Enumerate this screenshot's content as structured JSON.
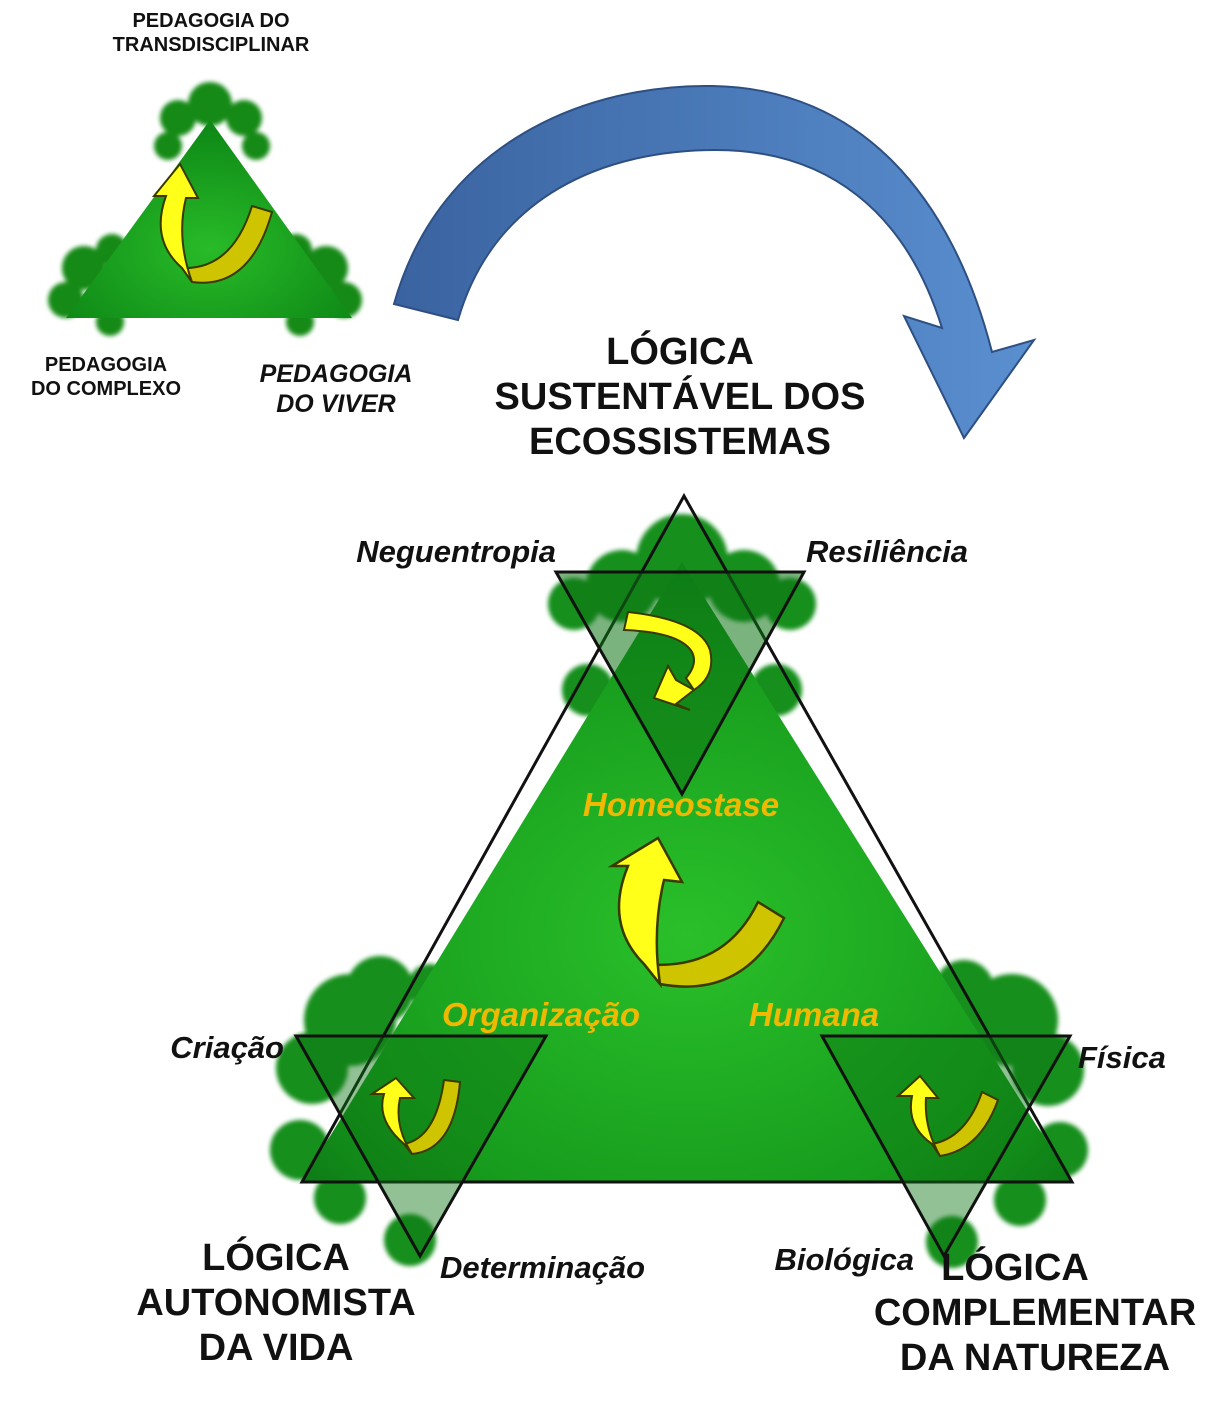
{
  "small_triangle": {
    "top_label": [
      "PEDAGOGIA DO",
      "TRANSDISCIPLINAR"
    ],
    "left_label": [
      "PEDAGOGIA",
      "DO COMPLEXO"
    ],
    "right_label": [
      "PEDAGOGIA",
      "DO VIVER"
    ]
  },
  "main_triangle": {
    "top_title": [
      "LÓGICA",
      "SUSTENTÁVEL DOS",
      "ECOSSISTEMAS"
    ],
    "left_title": [
      "LÓGICA",
      "AUTONOMISTA",
      "DA VIDA"
    ],
    "right_title": [
      "LÓGICA",
      "COMPLEMENTAR",
      "DA NATUREZA"
    ],
    "top_corners": {
      "left": "Neguentropia",
      "right": "Resiliência"
    },
    "left_corners": {
      "top": "Criação",
      "bottom": "Determinação"
    },
    "right_corners": {
      "top": "Física",
      "bottom": "Biológica"
    },
    "center_labels": {
      "top": "Homeostase",
      "left": "Organização",
      "right": "Humana"
    }
  },
  "colors": {
    "green_light": "#22b622",
    "green_dark": "#0a6e12",
    "arrow_blue": "#4a7dbd",
    "arrow_blue_dark": "#2e5a95",
    "gold_text": "#f0b800",
    "yellow_arrow": "#ffff1a",
    "yellow_arrow_dark": "#c9c000"
  },
  "icons": [
    "blue-curved-arrow-icon",
    "yellow-cycle-arrow-icon",
    "koch-snowflake-triangle-icon"
  ]
}
